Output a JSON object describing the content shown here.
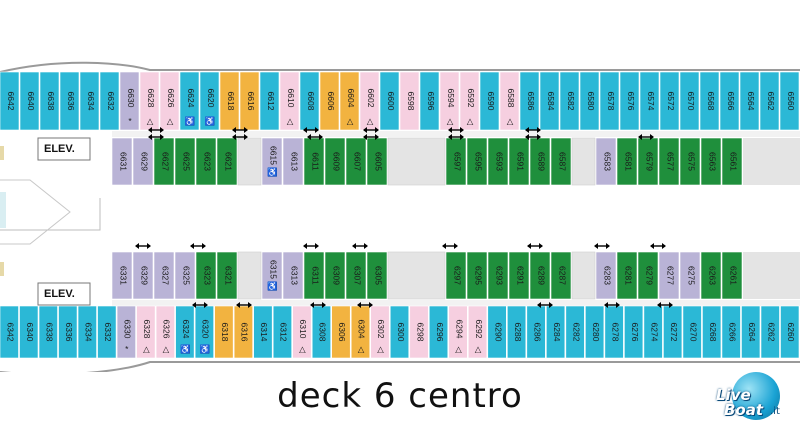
{
  "title": "deck 6 centro",
  "elevator_label": "ELEV.",
  "logo": {
    "line1": "Live",
    "line2": "Boat",
    "suffix": ".it"
  },
  "colors": {
    "balcony": "#2bb8d6",
    "inside": "#b9b3d6",
    "oceanview": "#1f8f3c",
    "suite": "#f2b340",
    "accessible": "#f6cfe0",
    "corridor": "#e4e4e4",
    "hull": "#9a9a9a"
  },
  "rows": {
    "top_outer": [
      {
        "n": "6642",
        "c": "balcony"
      },
      {
        "n": "6640",
        "c": "balcony"
      },
      {
        "n": "6638",
        "c": "balcony"
      },
      {
        "n": "6636",
        "c": "balcony"
      },
      {
        "n": "6634",
        "c": "balcony"
      },
      {
        "n": "6632",
        "c": "balcony"
      },
      {
        "n": "6630",
        "c": "inside",
        "m": "*"
      },
      {
        "n": "6628",
        "c": "accessible",
        "m": "△"
      },
      {
        "n": "6626",
        "c": "accessible",
        "m": "△"
      },
      {
        "n": "6624",
        "c": "balcony",
        "m": "♿"
      },
      {
        "n": "6620",
        "c": "balcony",
        "m": "♿"
      },
      {
        "n": "6618",
        "c": "suite"
      },
      {
        "n": "6616",
        "c": "suite"
      },
      {
        "n": "6612",
        "c": "balcony"
      },
      {
        "n": "6610",
        "c": "accessible",
        "m": "△"
      },
      {
        "n": "6608",
        "c": "balcony"
      },
      {
        "n": "6606",
        "c": "suite"
      },
      {
        "n": "6604",
        "c": "suite",
        "m": "△"
      },
      {
        "n": "6602",
        "c": "accessible",
        "m": "△"
      },
      {
        "n": "6600",
        "c": "balcony"
      },
      {
        "n": "6598",
        "c": "accessible"
      },
      {
        "n": "6596",
        "c": "balcony"
      },
      {
        "n": "6594",
        "c": "accessible",
        "m": "△"
      },
      {
        "n": "6592",
        "c": "accessible",
        "m": "△"
      },
      {
        "n": "6590",
        "c": "balcony"
      },
      {
        "n": "6588",
        "c": "accessible",
        "m": "△"
      },
      {
        "n": "6586",
        "c": "balcony"
      },
      {
        "n": "6584",
        "c": "balcony"
      },
      {
        "n": "6582",
        "c": "balcony"
      },
      {
        "n": "6580",
        "c": "balcony"
      },
      {
        "n": "6578",
        "c": "balcony"
      },
      {
        "n": "6576",
        "c": "balcony"
      },
      {
        "n": "6574",
        "c": "balcony"
      },
      {
        "n": "6572",
        "c": "balcony"
      },
      {
        "n": "6570",
        "c": "balcony"
      },
      {
        "n": "6568",
        "c": "balcony"
      },
      {
        "n": "6566",
        "c": "balcony"
      },
      {
        "n": "6564",
        "c": "balcony"
      },
      {
        "n": "6562",
        "c": "balcony"
      },
      {
        "n": "6560",
        "c": "balcony"
      }
    ],
    "top_inner": [
      {
        "n": "6631",
        "c": "inside"
      },
      {
        "n": "6629",
        "c": "inside"
      },
      {
        "n": "6627",
        "c": "oceanview"
      },
      {
        "n": "6625",
        "c": "oceanview"
      },
      {
        "n": "6623",
        "c": "oceanview"
      },
      {
        "n": "6621",
        "c": "oceanview"
      },
      {
        "n": "6615",
        "c": "inside",
        "m": "♿"
      },
      {
        "n": "6613",
        "c": "inside"
      },
      {
        "n": "6611",
        "c": "oceanview"
      },
      {
        "n": "6609",
        "c": "oceanview"
      },
      {
        "n": "6607",
        "c": "oceanview"
      },
      {
        "n": "6605",
        "c": "oceanview"
      },
      {
        "n": "6597",
        "c": "oceanview"
      },
      {
        "n": "6595",
        "c": "oceanview"
      },
      {
        "n": "6593",
        "c": "oceanview"
      },
      {
        "n": "6591",
        "c": "oceanview"
      },
      {
        "n": "6589",
        "c": "oceanview"
      },
      {
        "n": "6587",
        "c": "oceanview"
      },
      {
        "n": "6583",
        "c": "inside"
      },
      {
        "n": "6581",
        "c": "oceanview"
      },
      {
        "n": "6579",
        "c": "oceanview"
      },
      {
        "n": "6577",
        "c": "oceanview"
      },
      {
        "n": "6575",
        "c": "oceanview"
      },
      {
        "n": "6563",
        "c": "oceanview"
      },
      {
        "n": "6561",
        "c": "oceanview"
      }
    ],
    "bottom_inner": [
      {
        "n": "6331",
        "c": "inside"
      },
      {
        "n": "6329",
        "c": "inside"
      },
      {
        "n": "6327",
        "c": "inside"
      },
      {
        "n": "6325",
        "c": "inside"
      },
      {
        "n": "6323",
        "c": "oceanview"
      },
      {
        "n": "6321",
        "c": "oceanview"
      },
      {
        "n": "6315",
        "c": "inside",
        "m": "♿"
      },
      {
        "n": "6313",
        "c": "inside"
      },
      {
        "n": "6311",
        "c": "oceanview"
      },
      {
        "n": "6309",
        "c": "oceanview"
      },
      {
        "n": "6307",
        "c": "oceanview"
      },
      {
        "n": "6305",
        "c": "oceanview"
      },
      {
        "n": "6297",
        "c": "oceanview"
      },
      {
        "n": "6295",
        "c": "oceanview"
      },
      {
        "n": "6293",
        "c": "oceanview"
      },
      {
        "n": "6291",
        "c": "oceanview"
      },
      {
        "n": "6289",
        "c": "oceanview"
      },
      {
        "n": "6287",
        "c": "oceanview"
      },
      {
        "n": "6283",
        "c": "inside"
      },
      {
        "n": "6281",
        "c": "oceanview"
      },
      {
        "n": "6279",
        "c": "oceanview"
      },
      {
        "n": "6277",
        "c": "inside"
      },
      {
        "n": "6275",
        "c": "inside"
      },
      {
        "n": "6263",
        "c": "oceanview"
      },
      {
        "n": "6261",
        "c": "oceanview"
      }
    ],
    "bottom_outer": [
      {
        "n": "6342",
        "c": "balcony"
      },
      {
        "n": "6340",
        "c": "balcony"
      },
      {
        "n": "6338",
        "c": "balcony"
      },
      {
        "n": "6336",
        "c": "balcony"
      },
      {
        "n": "6334",
        "c": "balcony"
      },
      {
        "n": "6332",
        "c": "balcony"
      },
      {
        "n": "6330",
        "c": "inside",
        "m": "*"
      },
      {
        "n": "6328",
        "c": "accessible",
        "m": "△"
      },
      {
        "n": "6326",
        "c": "accessible",
        "m": "△"
      },
      {
        "n": "6324",
        "c": "balcony",
        "m": "♿"
      },
      {
        "n": "6320",
        "c": "balcony",
        "m": "♿"
      },
      {
        "n": "6318",
        "c": "suite"
      },
      {
        "n": "6316",
        "c": "suite"
      },
      {
        "n": "6314",
        "c": "balcony"
      },
      {
        "n": "6312",
        "c": "balcony"
      },
      {
        "n": "6310",
        "c": "accessible",
        "m": "△"
      },
      {
        "n": "6308",
        "c": "balcony"
      },
      {
        "n": "6306",
        "c": "suite"
      },
      {
        "n": "6304",
        "c": "suite",
        "m": "△"
      },
      {
        "n": "6302",
        "c": "accessible",
        "m": "△"
      },
      {
        "n": "6300",
        "c": "balcony"
      },
      {
        "n": "6298",
        "c": "accessible"
      },
      {
        "n": "6296",
        "c": "balcony"
      },
      {
        "n": "6294",
        "c": "accessible",
        "m": "△"
      },
      {
        "n": "6292",
        "c": "accessible",
        "m": "△"
      },
      {
        "n": "6290",
        "c": "balcony"
      },
      {
        "n": "6288",
        "c": "balcony"
      },
      {
        "n": "6286",
        "c": "balcony"
      },
      {
        "n": "6284",
        "c": "balcony"
      },
      {
        "n": "6282",
        "c": "balcony"
      },
      {
        "n": "6280",
        "c": "balcony"
      },
      {
        "n": "6278",
        "c": "balcony"
      },
      {
        "n": "6276",
        "c": "balcony"
      },
      {
        "n": "6274",
        "c": "balcony"
      },
      {
        "n": "6272",
        "c": "balcony"
      },
      {
        "n": "6270",
        "c": "balcony"
      },
      {
        "n": "6268",
        "c": "balcony"
      },
      {
        "n": "6266",
        "c": "balcony"
      },
      {
        "n": "6264",
        "c": "balcony"
      },
      {
        "n": "6262",
        "c": "balcony"
      },
      {
        "n": "6260",
        "c": "balcony"
      }
    ]
  }
}
